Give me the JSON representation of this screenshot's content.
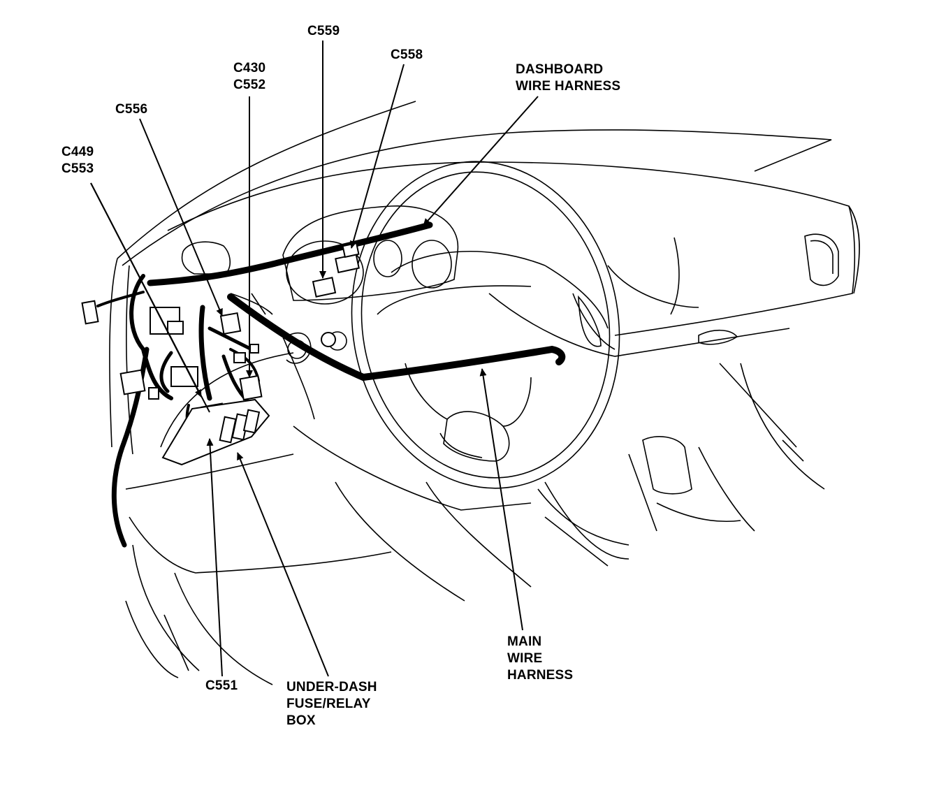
{
  "diagram": {
    "colors": {
      "line": "#000000",
      "background": "#ffffff"
    },
    "callouts": {
      "c559": {
        "lines": [
          "C559"
        ]
      },
      "c558": {
        "lines": [
          "C558"
        ]
      },
      "c430_c552": {
        "lines": [
          "C430",
          "C552"
        ]
      },
      "c556": {
        "lines": [
          "C556"
        ]
      },
      "c449_c553": {
        "lines": [
          "C449",
          "C553"
        ]
      },
      "dashboard_harness": {
        "lines": [
          "DASHBOARD",
          "WIRE HARNESS"
        ]
      },
      "c551": {
        "lines": [
          "C551"
        ]
      },
      "underdash_box": {
        "lines": [
          "UNDER-DASH",
          "FUSE/RELAY",
          "BOX"
        ]
      },
      "main_harness": {
        "lines": [
          "MAIN",
          "WIRE",
          "HARNESS"
        ]
      }
    }
  }
}
